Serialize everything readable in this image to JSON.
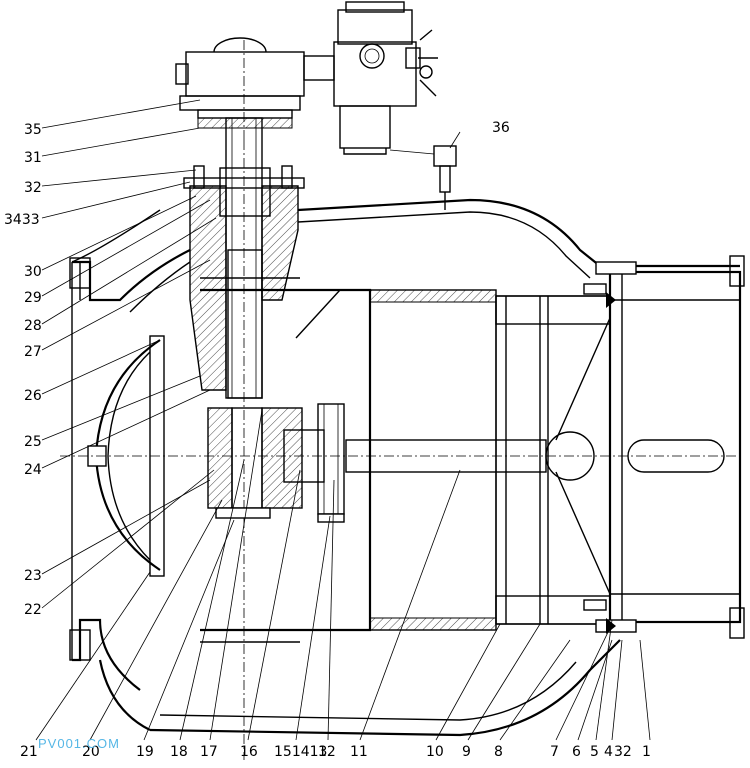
{
  "part_labels": {
    "p35": "35",
    "p31": "31",
    "p32": "32",
    "p3433": "3433",
    "p30": "30",
    "p29": "29",
    "p28": "28",
    "p27": "27",
    "p26": "26",
    "p25": "25",
    "p24": "24",
    "p23": "23",
    "p22": "22",
    "p36": "36",
    "p21": "21",
    "p20": "20",
    "p19": "19",
    "p18": "18",
    "p17": "17",
    "p16": "16",
    "p151413": "151413",
    "p12": "12",
    "p11": "11",
    "p10": "10",
    "p9": "9",
    "p8": "8",
    "p7": "7",
    "p6": "6",
    "p5": "5",
    "p4": "4",
    "p32b": "32",
    "p1": "1"
  },
  "watermark": "PV001.COM",
  "colors": {
    "line": "#000000",
    "watermark": "#56b7e6",
    "background": "#ffffff"
  }
}
